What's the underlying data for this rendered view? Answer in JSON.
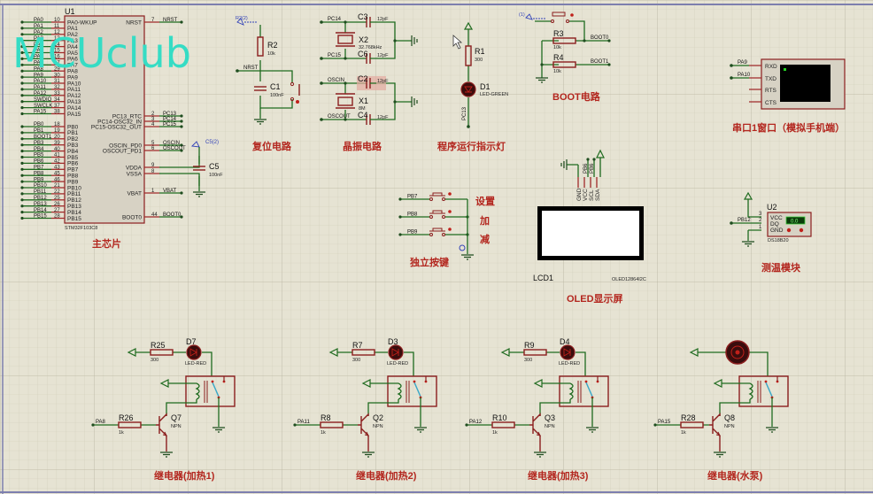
{
  "watermark": "MCUclub",
  "mcu": {
    "ref": "U1",
    "part": "STM32F103C8",
    "title": "主芯片",
    "left_pins": [
      {
        "net": "PA0",
        "num": "10",
        "name": "PA0-WKUP"
      },
      {
        "net": "PA1",
        "num": "11",
        "name": "PA1"
      },
      {
        "net": "PA2",
        "num": "12",
        "name": "PA2"
      },
      {
        "net": "PA3",
        "num": "13",
        "name": "PA3"
      },
      {
        "net": "PA4",
        "num": "14",
        "name": "PA4"
      },
      {
        "net": "PA5",
        "num": "15",
        "name": "PA5"
      },
      {
        "net": "PA6",
        "num": "16",
        "name": "PA6"
      },
      {
        "net": "PA7",
        "num": "17",
        "name": "PA7"
      },
      {
        "net": "PA8",
        "num": "29",
        "name": "PA8"
      },
      {
        "net": "PA9",
        "num": "30",
        "name": "PA9"
      },
      {
        "net": "PA10",
        "num": "31",
        "name": "PA10"
      },
      {
        "net": "PA11",
        "num": "32",
        "name": "PA11"
      },
      {
        "net": "PA12",
        "num": "33",
        "name": "PA12"
      },
      {
        "net": "SWDIO",
        "num": "34",
        "name": "PA13"
      },
      {
        "net": "SWCLK",
        "num": "37",
        "name": "PA14"
      },
      {
        "net": "PA15",
        "num": "38",
        "name": "PA15"
      },
      {
        "net": "PB0",
        "num": "18",
        "name": "PB0"
      },
      {
        "net": "PB1",
        "num": "19",
        "name": "PB1"
      },
      {
        "net": "BOOT1",
        "num": "20",
        "name": "PB2"
      },
      {
        "net": "PB3",
        "num": "39",
        "name": "PB3"
      },
      {
        "net": "PB4",
        "num": "40",
        "name": "PB4"
      },
      {
        "net": "PB5",
        "num": "41",
        "name": "PB5"
      },
      {
        "net": "PB6",
        "num": "42",
        "name": "PB6"
      },
      {
        "net": "PB7",
        "num": "43",
        "name": "PB7"
      },
      {
        "net": "PB8",
        "num": "45",
        "name": "PB8"
      },
      {
        "net": "PB9",
        "num": "46",
        "name": "PB9"
      },
      {
        "net": "PB10",
        "num": "21",
        "name": "PB10"
      },
      {
        "net": "PB11",
        "num": "22",
        "name": "PB11"
      },
      {
        "net": "PB12",
        "num": "25",
        "name": "PB12"
      },
      {
        "net": "PB13",
        "num": "26",
        "name": "PB13"
      },
      {
        "net": "PB14",
        "num": "27",
        "name": "PB14"
      },
      {
        "net": "PB15",
        "num": "28",
        "name": "PB15"
      }
    ],
    "right_pins": [
      {
        "net": "NRST",
        "num": "7",
        "name": "NRST"
      },
      {
        "net": "PC13",
        "num": "2",
        "name": "PC13_RTC"
      },
      {
        "net": "PC14",
        "num": "3",
        "name": "PC14-OSC32_IN"
      },
      {
        "net": "PC15",
        "num": "4",
        "name": "PC15-OSC32_OUT"
      },
      {
        "net": "OSCIN",
        "num": "5",
        "name": "OSCIN_PD0"
      },
      {
        "net": "OSCOUT",
        "num": "6",
        "name": "OSCOUT_PD1"
      },
      {
        "net": "",
        "num": "9",
        "name": "VDDA"
      },
      {
        "net": "",
        "num": "8",
        "name": "VSSA"
      },
      {
        "net": "VBAT",
        "num": "1",
        "name": "VBAT"
      },
      {
        "net": "BOOT0",
        "num": "44",
        "name": "BOOT0"
      }
    ],
    "c5": {
      "ref": "C5",
      "value": "100nF",
      "power": "C5(2)"
    }
  },
  "reset": {
    "title": "复位电路",
    "power": "R2(2)",
    "r2": {
      "ref": "R2",
      "value": "10k"
    },
    "c1": {
      "ref": "C1",
      "value": "100nF"
    },
    "net": "NRST"
  },
  "crystal": {
    "title": "晶振电路",
    "c3": {
      "ref": "C3",
      "value": "12pF"
    },
    "c6": {
      "ref": "C6",
      "value": "12pF"
    },
    "c2": {
      "ref": "C2",
      "value": "12pF"
    },
    "c4": {
      "ref": "C4",
      "value": "12pF"
    },
    "x2": {
      "ref": "X2",
      "value": "32.768kHz"
    },
    "x1": {
      "ref": "X1",
      "value": "8M"
    },
    "nets": [
      "PC14",
      "PC15",
      "OSCIN",
      "OSCOUT"
    ]
  },
  "led": {
    "title": "程序运行指示灯",
    "r1": {
      "ref": "R1",
      "value": "300"
    },
    "d1": {
      "ref": "D1",
      "value": "LED-GREEN"
    },
    "net": "PC13"
  },
  "boot": {
    "title": "BOOT电路",
    "power": "(1)",
    "r3": {
      "ref": "R3",
      "value": "10k"
    },
    "r4": {
      "ref": "R4",
      "value": "10k"
    },
    "nets": [
      "BOOT0",
      "BOOT1"
    ]
  },
  "uart": {
    "title": "串口1窗口（模拟手机端）",
    "nets": [
      "PA9",
      "PA10"
    ],
    "pins": [
      "RXD",
      "TXD",
      "RTS",
      "CTS"
    ]
  },
  "keys": {
    "title": "独立按键",
    "nets": [
      "PB7",
      "PB8",
      "PB9"
    ],
    "labels": [
      "设置",
      "加",
      "减"
    ]
  },
  "oled": {
    "title": "OLED显示屏",
    "ref": "LCD1",
    "part": "OLED12864I2C",
    "pins": [
      "GND",
      "VCC",
      "SCL",
      "SDA"
    ],
    "nets": [
      "PB6",
      "PB6"
    ]
  },
  "temp": {
    "title": "测温模块",
    "ref": "U2",
    "part": "DS18B20",
    "net": "PB12",
    "pins": [
      "VCC",
      "DQ",
      "GND"
    ],
    "pin_nums": [
      "3",
      "2",
      "1"
    ],
    "reading": "0.0"
  },
  "relays": [
    {
      "title": "继电器(加热1)",
      "r_led": {
        "ref": "R25",
        "value": "300"
      },
      "led": {
        "ref": "D7",
        "value": "LED-RED"
      },
      "r_base": {
        "ref": "R26",
        "value": "1k"
      },
      "q": {
        "ref": "Q7",
        "value": "NPN"
      },
      "net": "PA8",
      "load": "led"
    },
    {
      "title": "继电器(加热2)",
      "r_led": {
        "ref": "R7",
        "value": "300"
      },
      "led": {
        "ref": "D3",
        "value": "LED-RED"
      },
      "r_base": {
        "ref": "R8",
        "value": "1k"
      },
      "q": {
        "ref": "Q2",
        "value": "NPN"
      },
      "net": "PA11",
      "load": "led"
    },
    {
      "title": "继电器(加热3)",
      "r_led": {
        "ref": "R9",
        "value": "300"
      },
      "led": {
        "ref": "D4",
        "value": "LED-RED"
      },
      "r_base": {
        "ref": "R10",
        "value": "1k"
      },
      "q": {
        "ref": "Q3",
        "value": "NPN"
      },
      "net": "PA12",
      "load": "led"
    },
    {
      "title": "继电器(水泵)",
      "r_base": {
        "ref": "R28",
        "value": "1k"
      },
      "q": {
        "ref": "Q8",
        "value": "NPN"
      },
      "net": "PA15",
      "load": "motor"
    }
  ]
}
